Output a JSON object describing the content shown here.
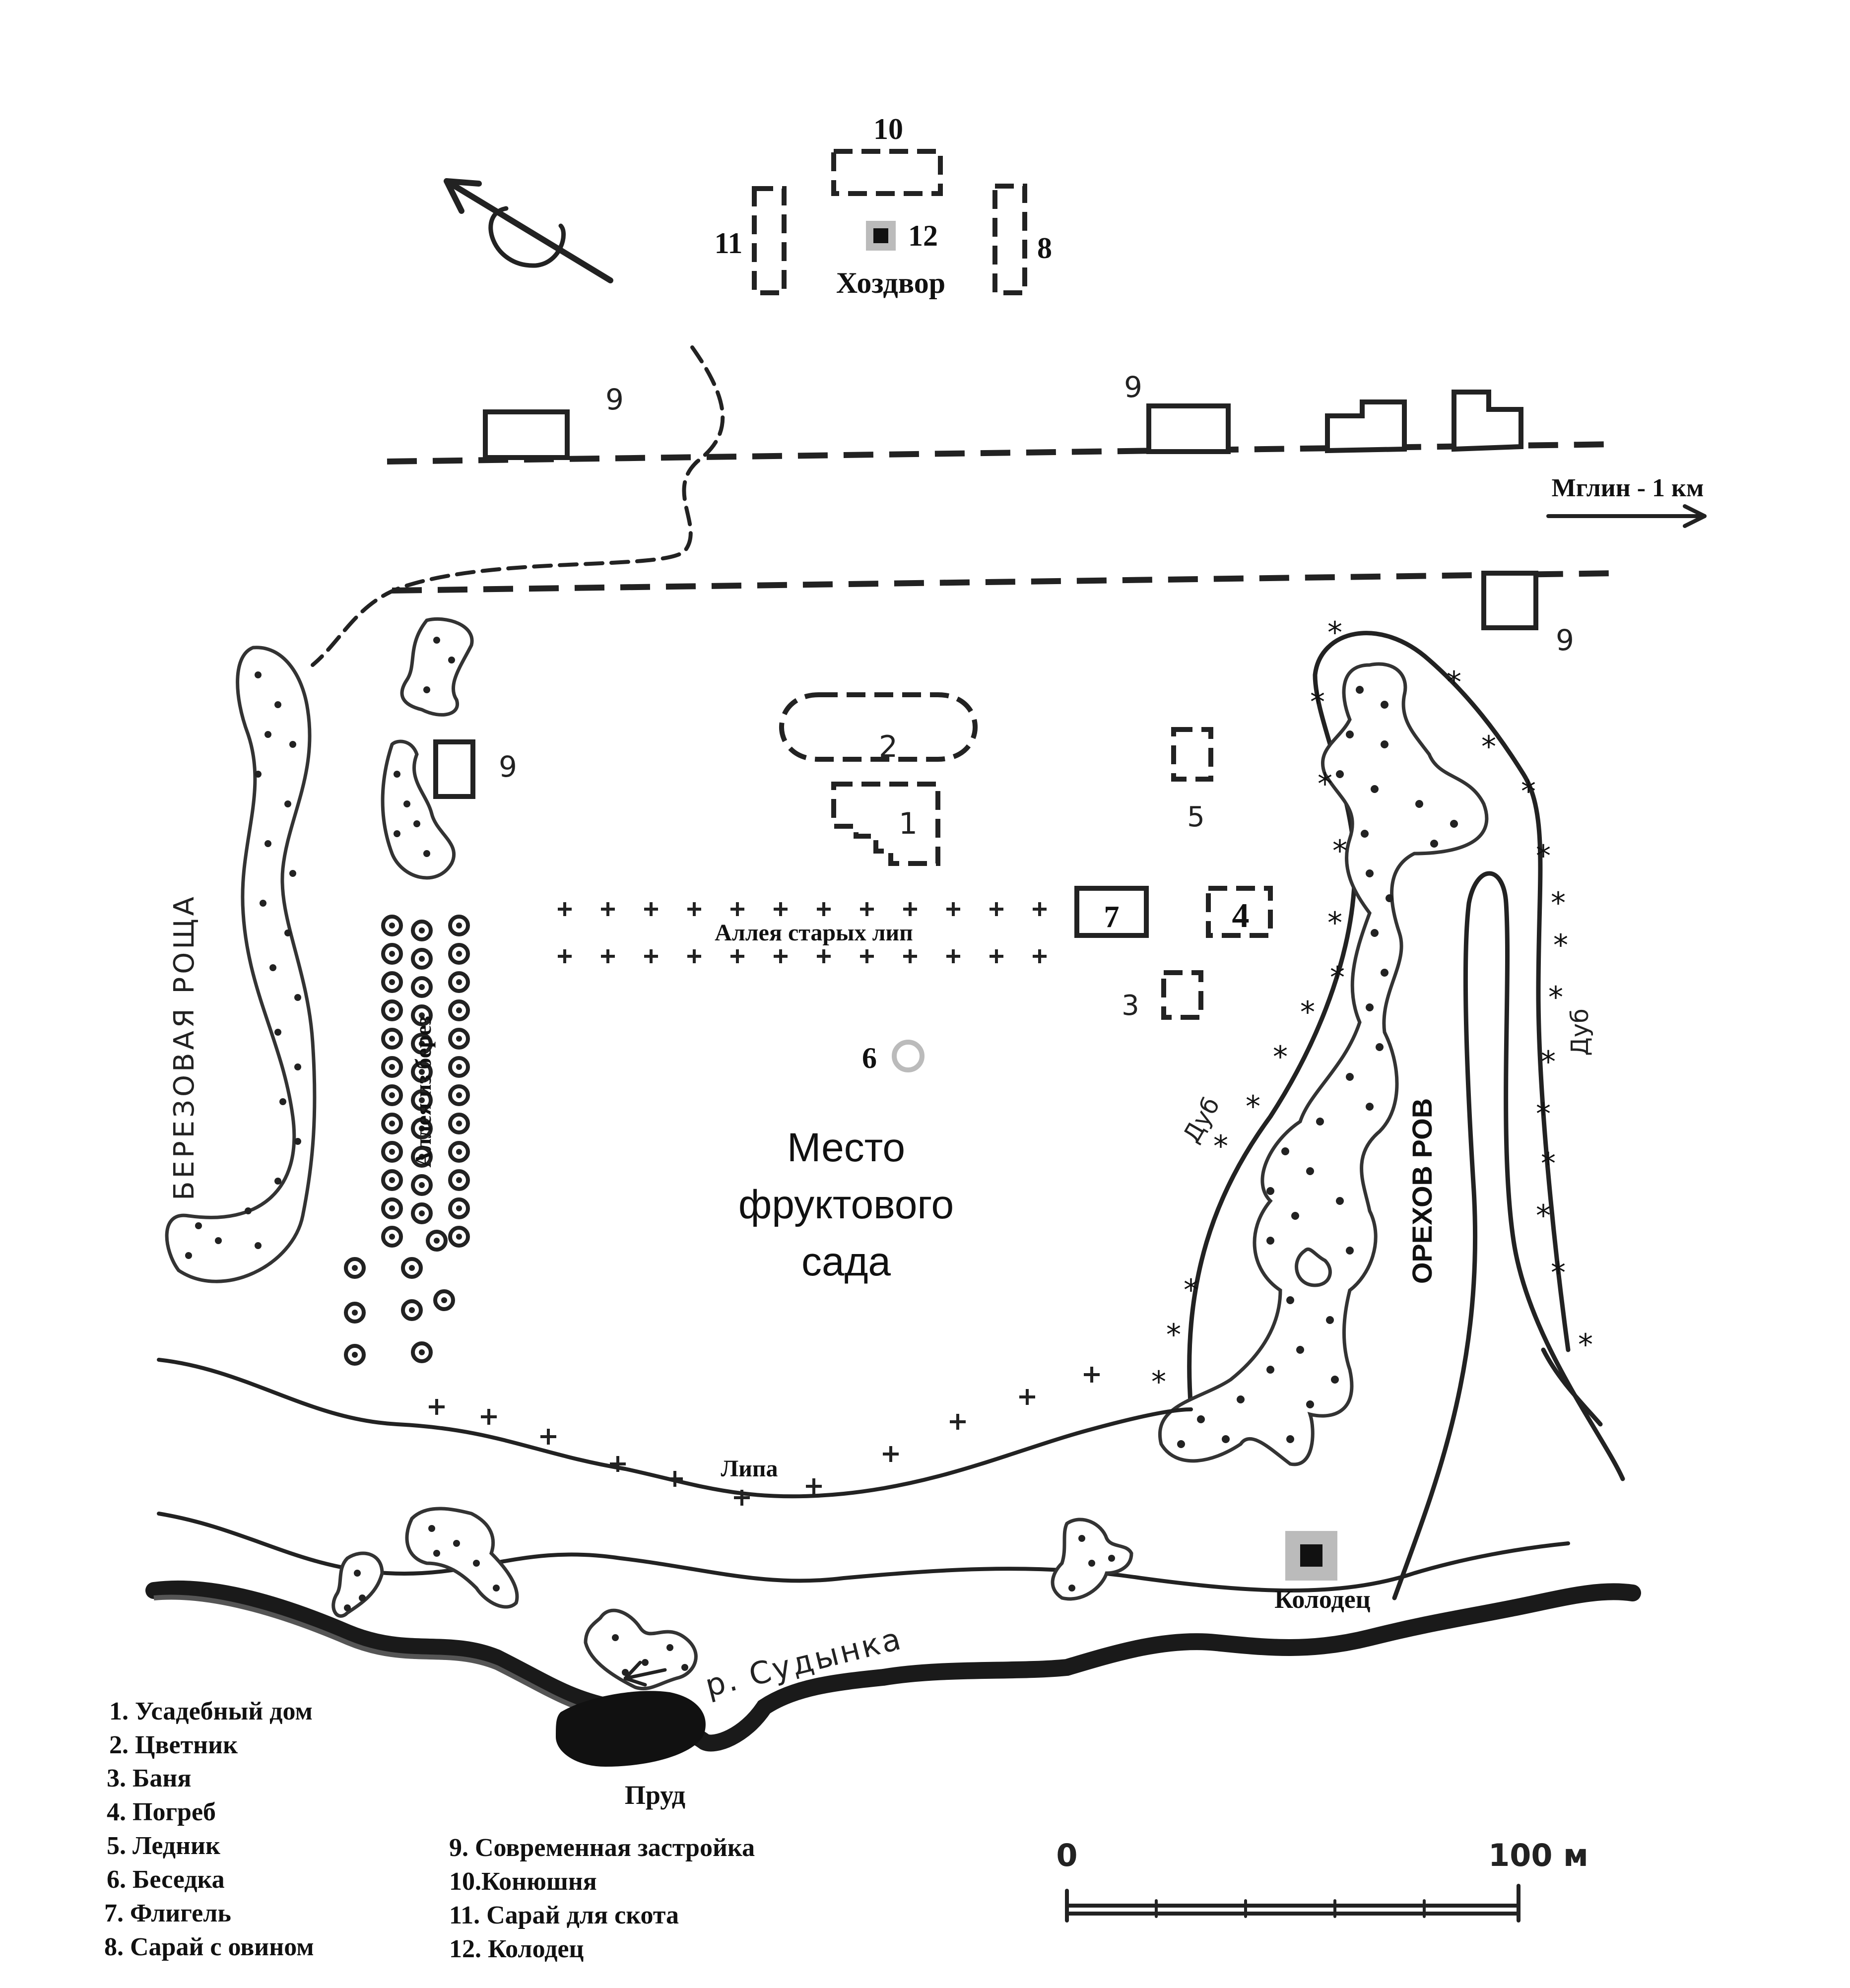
{
  "map": {
    "north_arrow_icon": "north-arrow-icon",
    "farmyard": {
      "label": "Хоздвор",
      "numbers": {
        "stable": "10",
        "barn_cattle": "11",
        "well": "12",
        "barn_threshing": "8"
      }
    },
    "modern_buildings_number": "9",
    "road_label": "Мглин - 1 км",
    "estate_numbers": {
      "house": "1",
      "flowerbed": "2",
      "bath": "3",
      "cellar": "4",
      "icehouse": "5",
      "gazebo": "6",
      "wing": "7"
    },
    "alley_lindens": "Аллея старых лип",
    "alley_birches": "Аллея из берез",
    "birch_grove": "БЕРЕЗОВАЯ РОЩА",
    "orchard_label": [
      "Место",
      "фруктового",
      "сада"
    ],
    "ravine_label": "ОРЕХОВ РОВ",
    "oak_label": "Дуб",
    "linden_label": "Липа",
    "well_label": "Колодец",
    "river_label": "р. Судынка",
    "pond_label": "Пруд",
    "scale": {
      "start": "0",
      "end": "100 м"
    },
    "colors": {
      "ink": "#222222",
      "well_fill": "#bbbbbb",
      "paper": "#ffffff"
    }
  },
  "legend": {
    "col1": [
      "1. Усадебный дом",
      "2. Цветник",
      "3. Баня",
      "4. Погреб",
      "5. Ледник",
      "6. Беседка",
      "7.  Флигель",
      "8.  Сарай с овином"
    ],
    "col2": [
      "9.  Современная застройка",
      "10.Конюшня",
      "11. Сарай для скота",
      "12. Колодец"
    ]
  }
}
